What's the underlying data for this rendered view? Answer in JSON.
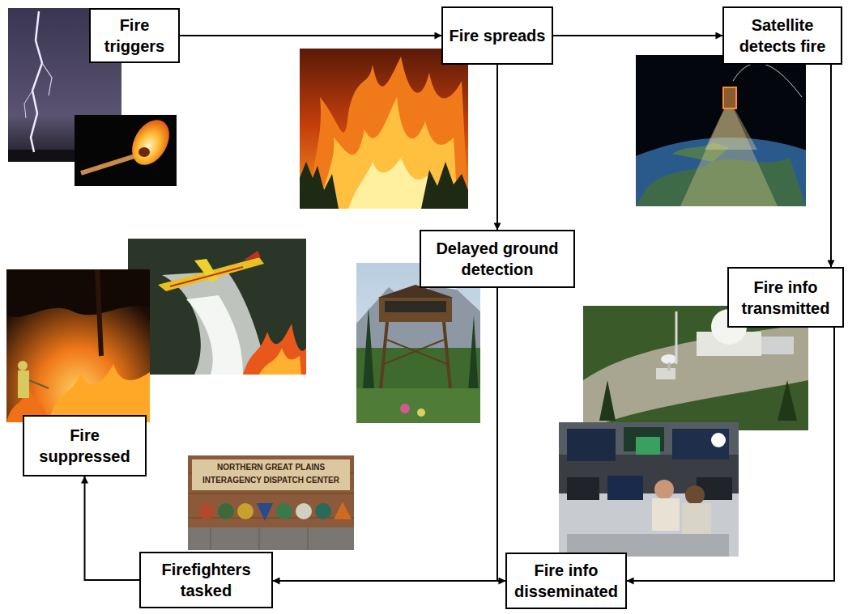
{
  "diagram": {
    "nodes": [
      {
        "text": [
          "Fire triggers"
        ]
      },
      {
        "text": [
          "Fire spreads"
        ]
      },
      {
        "text": [
          "Satellite detects fire"
        ]
      },
      {
        "text": [
          "Delayed ground detection"
        ]
      },
      {
        "text": [
          "Fire info transmitted"
        ]
      },
      {
        "text": [
          "Fire info disseminated"
        ]
      },
      {
        "text": [
          "Firefighters tasked"
        ]
      },
      {
        "text": [
          "Fire suppressed"
        ]
      }
    ],
    "edges": [
      {
        "from": 0,
        "to": 1,
        "arrow": "to"
      },
      {
        "from": 1,
        "to": 2,
        "arrow": "to"
      },
      {
        "from": 1,
        "to": 3,
        "arrow": "to"
      },
      {
        "from": 2,
        "to": 4,
        "arrow": "to"
      },
      {
        "from": 3,
        "to": 5,
        "arrow": "to"
      },
      {
        "from": 4,
        "to": 5,
        "arrow": "to"
      },
      {
        "from": 5,
        "to": 6,
        "arrow": "to"
      },
      {
        "from": 6,
        "to": 7,
        "arrow": "to"
      }
    ],
    "labels": [
      "NORTHERN GREAT PLAINS",
      "INTERAGENCY DISPATCH CENTER"
    ]
  }
}
